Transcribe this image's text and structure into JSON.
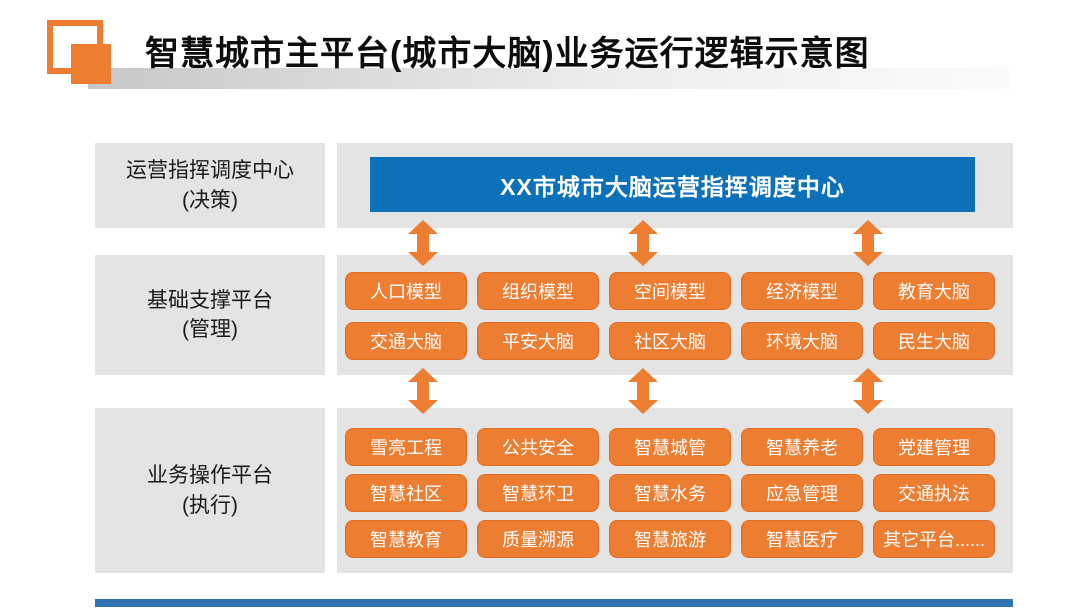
{
  "title": "智慧城市主平台(城市大脑)业务运行逻辑示意图",
  "colors": {
    "accent_orange": "#ED7D31",
    "center_box_blue": "#0C71B8",
    "panel_gray": "#E4E4E4",
    "footer_blue": "#2E74B5"
  },
  "tiers": [
    {
      "name": "decision",
      "label_line1": "运营指挥调度中心",
      "label_line2": "(决策)",
      "center_box": "XX市城市大脑运营指挥调度中心"
    },
    {
      "name": "management",
      "label_line1": "基础支撑平台",
      "label_line2": "(管理)",
      "rows": [
        [
          "人口模型",
          "组织模型",
          "空间模型",
          "经济模型",
          "教育大脑"
        ],
        [
          "交通大脑",
          "平安大脑",
          "社区大脑",
          "环境大脑",
          "民生大脑"
        ]
      ]
    },
    {
      "name": "execution",
      "label_line1": "业务操作平台",
      "label_line2": "(执行)",
      "rows": [
        [
          "雪亮工程",
          "公共安全",
          "智慧城管",
          "智慧养老",
          "党建管理"
        ],
        [
          "智慧社区",
          "智慧环卫",
          "智慧水务",
          "应急管理",
          "交通执法"
        ],
        [
          "智慧教育",
          "质量溯源",
          "智慧旅游",
          "智慧医疗",
          "其它平台......"
        ]
      ]
    }
  ]
}
